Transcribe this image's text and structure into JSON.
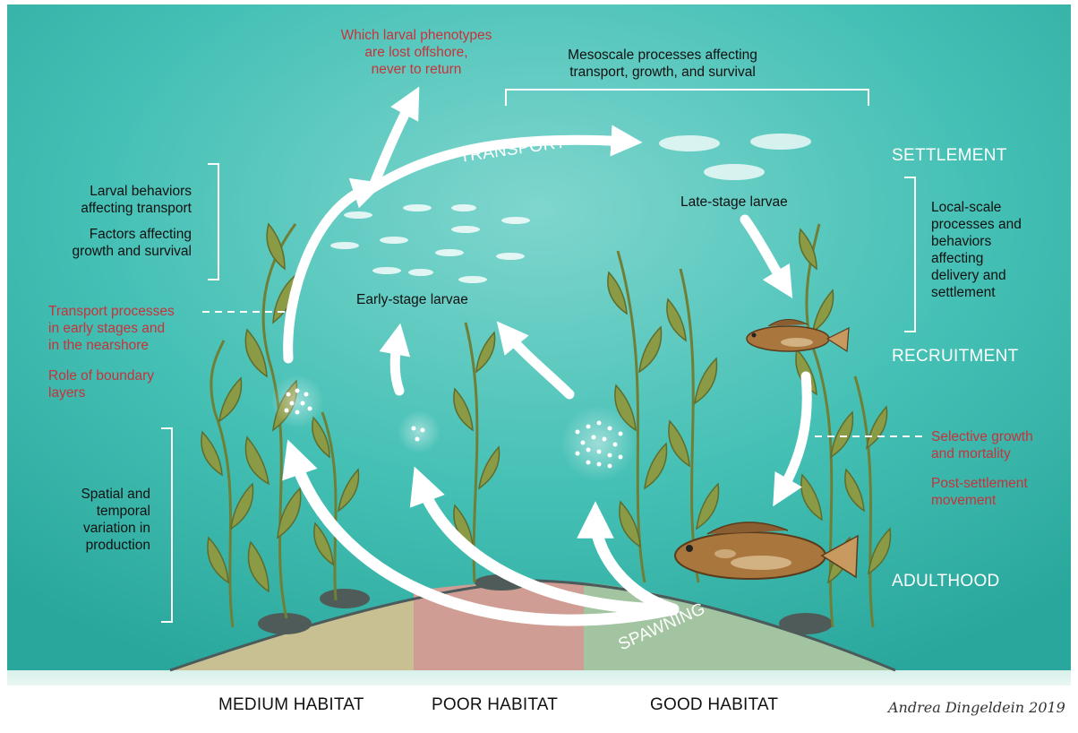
{
  "top_labels": {
    "lost_offshore": [
      "Which larval phenotypes",
      "are lost offshore,",
      "never to return"
    ],
    "mesoscale": [
      "Mesoscale processes affecting",
      "transport, growth, and survival"
    ]
  },
  "stages": {
    "transport": "TRANSPORT",
    "settlement": "SETTLEMENT",
    "recruitment": "RECRUITMENT",
    "adulthood": "ADULTHOOD",
    "spawning": "SPAWNING"
  },
  "larvae": {
    "late": "Late-stage larvae",
    "early": "Early-stage larvae"
  },
  "left_labels": {
    "larval_behaviors": [
      "Larval behaviors",
      "affecting transport"
    ],
    "factors": [
      "Factors affecting",
      "growth and survival"
    ],
    "transport_processes": [
      "Transport processes",
      "in early stages and",
      "in the nearshore"
    ],
    "boundary_layers": [
      "Role of boundary",
      "layers"
    ],
    "spatial_variation": [
      "Spatial and",
      "temporal",
      "variation in",
      "production"
    ]
  },
  "right_labels": {
    "local_scale": [
      "Local-scale",
      "processes and",
      "behaviors",
      "affecting",
      "delivery and",
      "settlement"
    ],
    "selective_growth": [
      "Selective growth",
      "and mortality"
    ],
    "post_settlement": [
      "Post-settlement",
      "movement"
    ]
  },
  "habitats": {
    "medium": "MEDIUM HABITAT",
    "poor": "POOR HABITAT",
    "good": "GOOD HABITAT"
  },
  "signature": "Andrea Dingeldein 2019",
  "colors": {
    "ocean": "#3bbcb1",
    "ocean_light": "#7fd6ce",
    "medium_habitat": "#c8c092",
    "poor_habitat": "#cf9d93",
    "good_habitat": "#a3c4a0",
    "kelp": "#8a9a45",
    "red_text": "#c8323a"
  }
}
